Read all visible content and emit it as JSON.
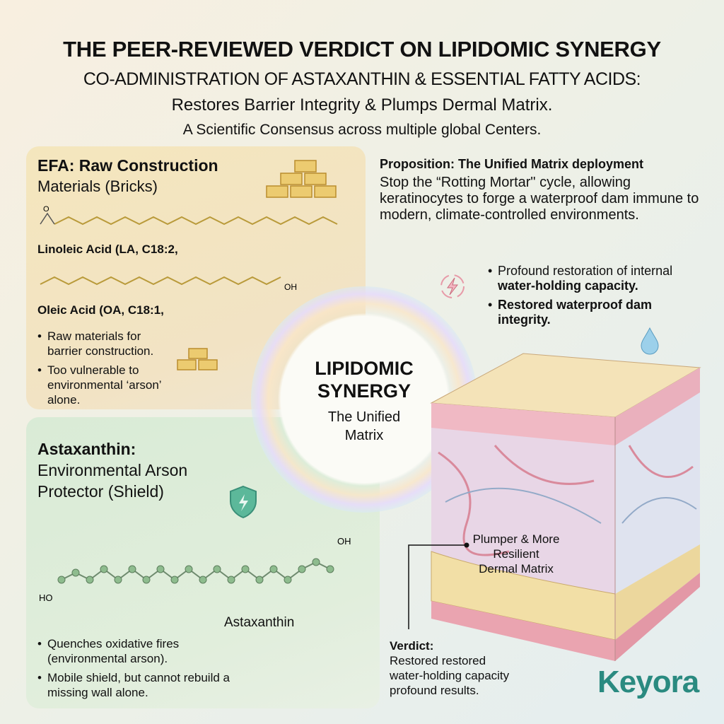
{
  "header": {
    "title": "THE PEER-REVIEWED VERDICT ON LIPIDOMIC SYNERGY",
    "subtitle": "CO-ADMINISTRATION OF ASTAXANTHIN & ESSENTIAL FATTY ACIDS:",
    "tagline": "Restores Barrier Integrity & Plumps Dermal Matrix.",
    "consensus": "A Scientific Consensus across multiple global Centers."
  },
  "efa": {
    "title": "EFA: Raw Construction",
    "subtitle": "Materials (Bricks)",
    "la_label": "Linoleic Acid (LA, C18:2,",
    "oa_label": "Oleic Acid (OA, C18:1,",
    "oh": "OH",
    "o": "O",
    "bullets": [
      "Raw materials for barrier construction.",
      "Too vulnerable to environmental ‘arson’ alone."
    ]
  },
  "astaxanthin": {
    "title": "Astaxanthin:",
    "subtitle1": "Environmental Arson",
    "subtitle2": "Protector (Shield)",
    "molecule_label": "Astaxanthin",
    "ho": "HO",
    "oh": "OH",
    "bullets": [
      "Quenches oxidative fires (environmental arson).",
      "Mobile shield, but cannot rebuild a missing wall alone."
    ]
  },
  "center": {
    "title1": "LIPIDOMIC",
    "title2": "SYNERGY",
    "sub1": "The Unified",
    "sub2": "Matrix"
  },
  "proposition": {
    "title": "Proposition: The Unified Matrix deployment",
    "text": "Stop the “Rotting Mortar\" cycle, allowing keratinocytes to forge a waterproof dam immune to modern, climate-controlled environments."
  },
  "benefits": {
    "b1_normal": "Profound restoration of internal",
    "b1_bold": "water-holding capacity.",
    "b2": "Restored waterproof dam integrity."
  },
  "skin": {
    "label1": "Plumper & More",
    "label2": "Resilient",
    "label3": "Dermal Matrix"
  },
  "verdict": {
    "title": "Verdict:",
    "l1": "Restored restored",
    "l2": "water-holding capacity",
    "l3": "profound results."
  },
  "logo": {
    "text": "Keyora"
  },
  "colors": {
    "brand": "#2a8a80",
    "efa_panel": "#f4e6bd",
    "ast_panel": "#d9ebd6"
  }
}
